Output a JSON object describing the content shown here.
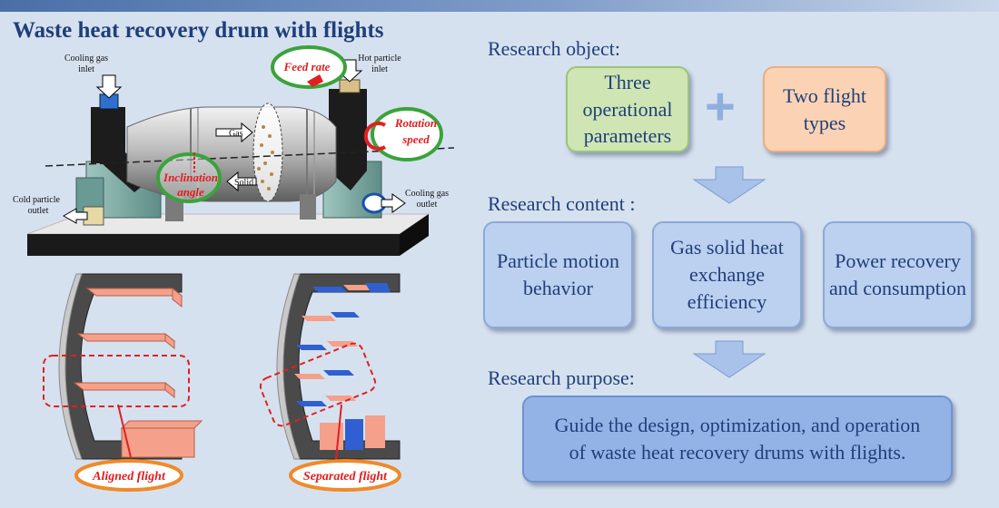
{
  "title": "Waste heat recovery drum with flights",
  "drum": {
    "cooling_gas_inlet": [
      "Cooling gas",
      "inlet"
    ],
    "hot_particle_inlet": [
      "Hot particle",
      "inlet"
    ],
    "cold_particle_outlet": [
      "Cold particle",
      "outlet"
    ],
    "cooling_gas_outlet": [
      "Cooling gas",
      "outlet"
    ],
    "feed_rate": "Feed rate",
    "rotation_speed": [
      "Rotation",
      "speed"
    ],
    "inclination_angle": [
      "Inclination",
      "angle"
    ],
    "gas": "Gas",
    "solid": "Solid"
  },
  "flights": {
    "aligned": "Aligned  flight",
    "separated": "Separated flight"
  },
  "research_object": {
    "label": "Research object:",
    "box1": "Three operational parameters",
    "box2": "Two flight types",
    "plus": "+"
  },
  "research_content": {
    "label": "Research content :",
    "items": [
      "Particle motion behavior",
      "Gas solid heat exchange efficiency",
      "Power recovery and consumption"
    ]
  },
  "research_purpose": {
    "label": "Research purpose:",
    "text": "Guide the design, optimization, and operation of waste heat recovery drums with flights."
  },
  "colors": {
    "title": "#1f3f7a",
    "red_label": "#e02020",
    "flight_fill": "#f4a08a",
    "flight_blue": "#2f5fd0"
  }
}
